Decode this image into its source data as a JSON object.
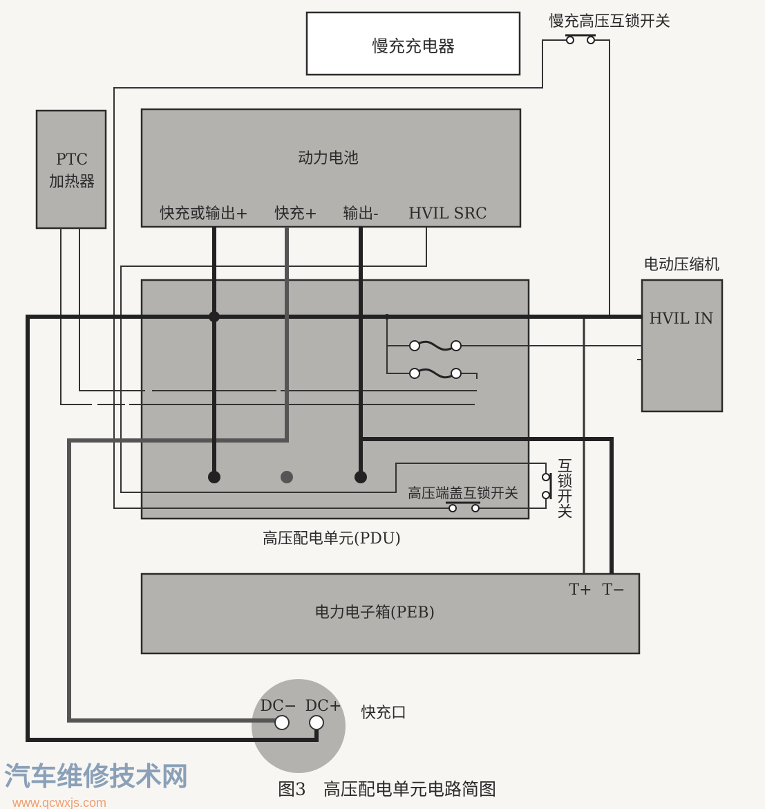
{
  "components": {
    "slow_charger": "慢充充电器",
    "slow_charge_interlock_switch": "慢充高压互锁开关",
    "ptc_line1": "PTC",
    "ptc_line2": "加热器",
    "battery": "动力电池",
    "battery_terminals": [
      "快充或输出+",
      "快充+",
      "输出-",
      "HVIL SRC"
    ],
    "compressor": "电动压缩机",
    "compressor_hvil": "HVIL IN",
    "pdu": "高压配电单元(PDU)",
    "cover_interlock": "高压端盖互锁开关",
    "interlock_switch": "互锁开关",
    "peb": "电力电子箱(PEB)",
    "t_plus": "T+",
    "t_minus": "T−",
    "dc_minus": "DC−",
    "dc_plus": "DC+",
    "fast_charge_port": "快充口"
  },
  "caption": "图3　高压配电单元电路简图",
  "watermark": {
    "name": "汽车维修技术网",
    "url": "www.qcwxjs.com"
  }
}
